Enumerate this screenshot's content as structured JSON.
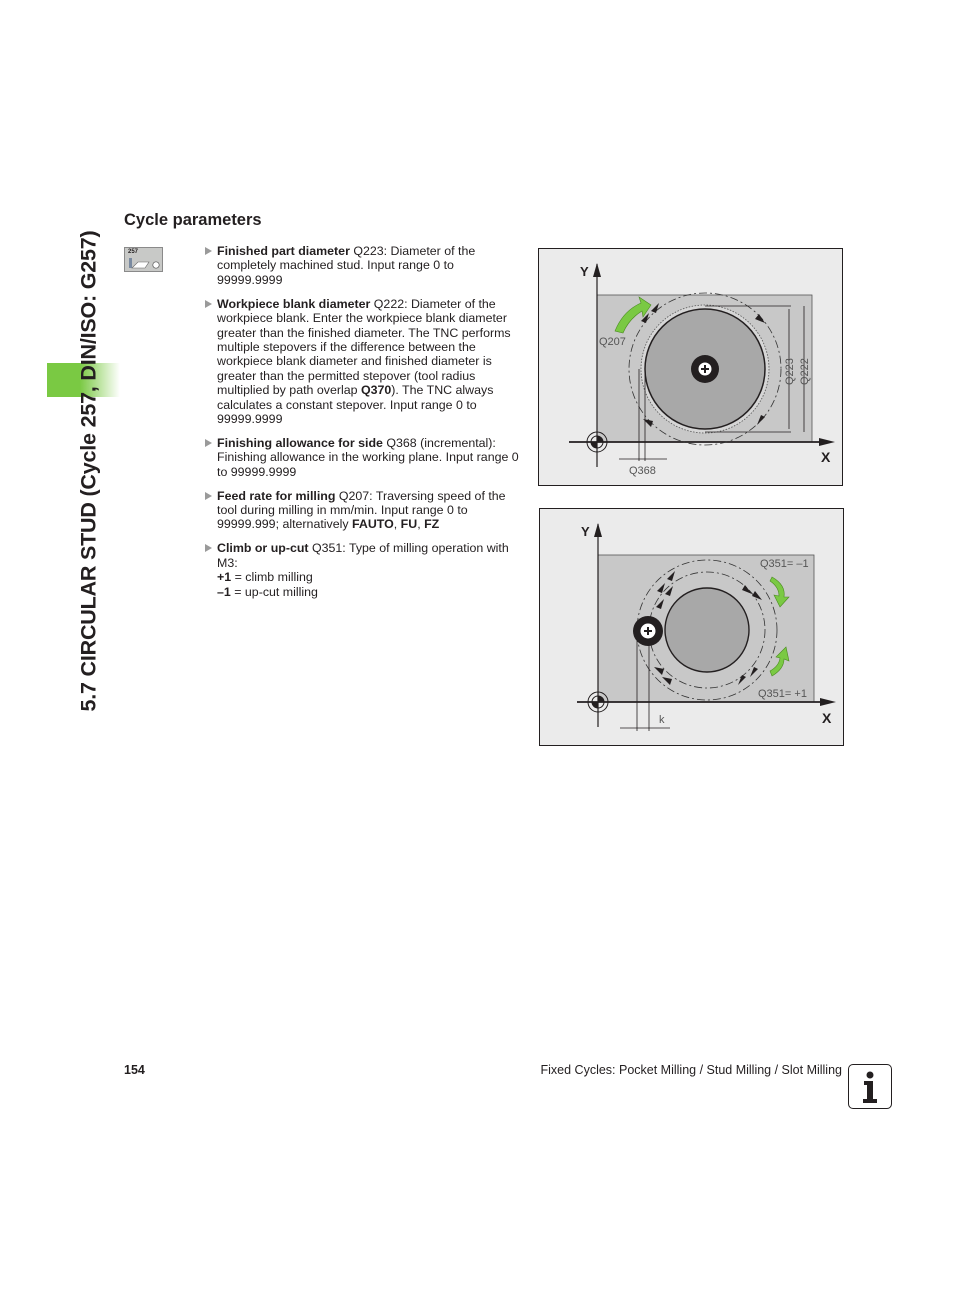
{
  "sidebar": {
    "chapter_title": "5.7 CIRCULAR STUD (Cycle 257, DIN/ISO: G257)",
    "accent_color": "#7ac943"
  },
  "section_title": "Cycle parameters",
  "softkey": {
    "label": "257",
    "icon": "cycle-257-softkey-icon"
  },
  "params": [
    {
      "name": "Finished part diameter",
      "rest": " Q223: Diameter of the completely machined stud. Input range 0 to 99999.9999"
    },
    {
      "name": "Workpiece blank diameter",
      "rest1": " Q222: Diameter of the workpiece blank. Enter the workpiece blank diameter greater than the finished diameter. The TNC performs multiple stepovers if the difference between the workpiece blank diameter and finished diameter is greater than the permitted stepover (tool radius multiplied by path overlap ",
      "bold": "Q370",
      "rest2": "). The TNC always calculates a constant stepover. Input range 0 to 99999.9999"
    },
    {
      "name": "Finishing allowance for side",
      "rest": " Q368 (incremental): Finishing allowance in the working plane. Input range 0 to 99999.9999"
    },
    {
      "name": "Feed rate for milling",
      "rest": " Q207: Traversing speed of the tool during milling in mm/min. Input range 0 to 99999.999; alternatively ",
      "b1": "FAUTO",
      "sep1": ", ",
      "b2": "FU",
      "sep2": ", ",
      "b3": "FZ"
    },
    {
      "name": "Climb or up-cut",
      "rest": " Q351: Type of milling operation with M3:",
      "opt1_key": "+1",
      "opt1_text": " = climb milling",
      "opt2_key": "–1",
      "opt2_text": " = up-cut milling"
    }
  ],
  "figure1": {
    "y": "Y",
    "x": "X",
    "q207": "Q207",
    "q223": "Q223",
    "q222": "Q222",
    "q368": "Q368"
  },
  "figure2": {
    "y": "Y",
    "x": "X",
    "q351_neg": "Q351= –1",
    "q351_pos": "Q351= +1",
    "k": "k"
  },
  "footer": {
    "page_number": "154",
    "title": "Fixed Cycles: Pocket Milling / Stud Milling / Slot Milling",
    "info_icon": "i"
  }
}
